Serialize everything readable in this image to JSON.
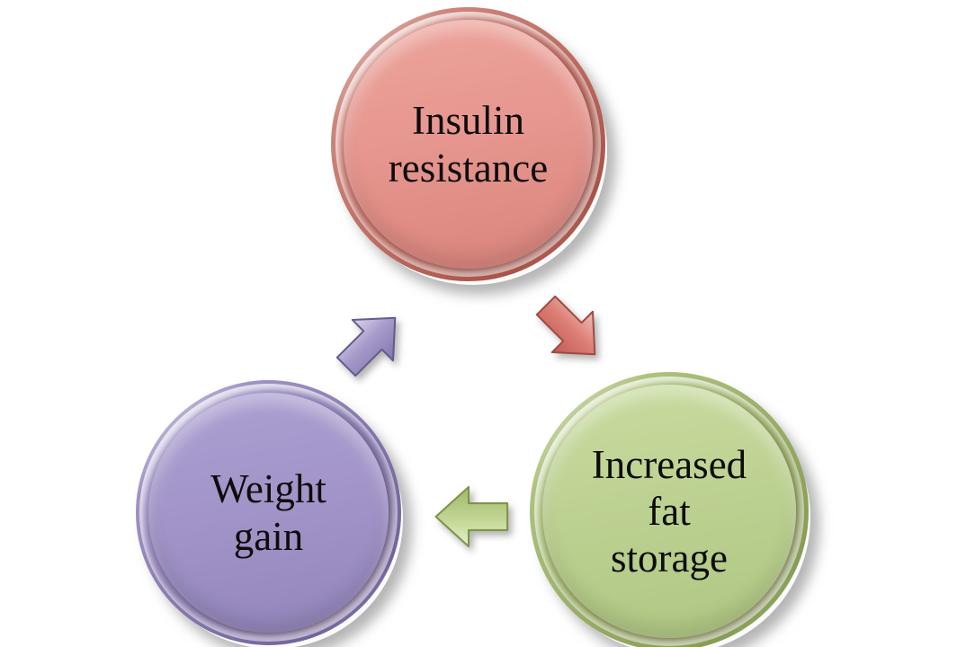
{
  "diagram": {
    "type": "cycle-diagram",
    "background_color": "#ffffff",
    "text_color": "#0e0c0c",
    "nodes": [
      {
        "id": "insulin-resistance",
        "label": "Insulin resistance",
        "lines": [
          "Insulin",
          "resistance"
        ],
        "fill": "#e6968e",
        "rim": "#b05c52"
      },
      {
        "id": "increased-fat-storage",
        "label": "Increased fat storage",
        "lines": [
          "Increased",
          "fat",
          "storage"
        ],
        "fill": "#bcd191",
        "rim": "#91a65e"
      },
      {
        "id": "weight-gain",
        "label": "Weight gain",
        "lines": [
          "Weight",
          "gain"
        ],
        "fill": "#a294c8",
        "rim": "#7e70a8"
      }
    ],
    "arrows": [
      {
        "id": "insulin-to-fat-arrow",
        "from": "Insulin resistance",
        "to": "Increased fat storage",
        "direction": "down-right",
        "color": "#dd8077"
      },
      {
        "id": "fat-to-weight-arrow",
        "from": "Increased fat storage",
        "to": "Weight gain",
        "direction": "left",
        "color": "#c3d795"
      },
      {
        "id": "weight-to-insulin-arrow",
        "from": "Weight gain",
        "to": "Insulin resistance",
        "direction": "up-right",
        "color": "#a79bcb"
      }
    ]
  }
}
